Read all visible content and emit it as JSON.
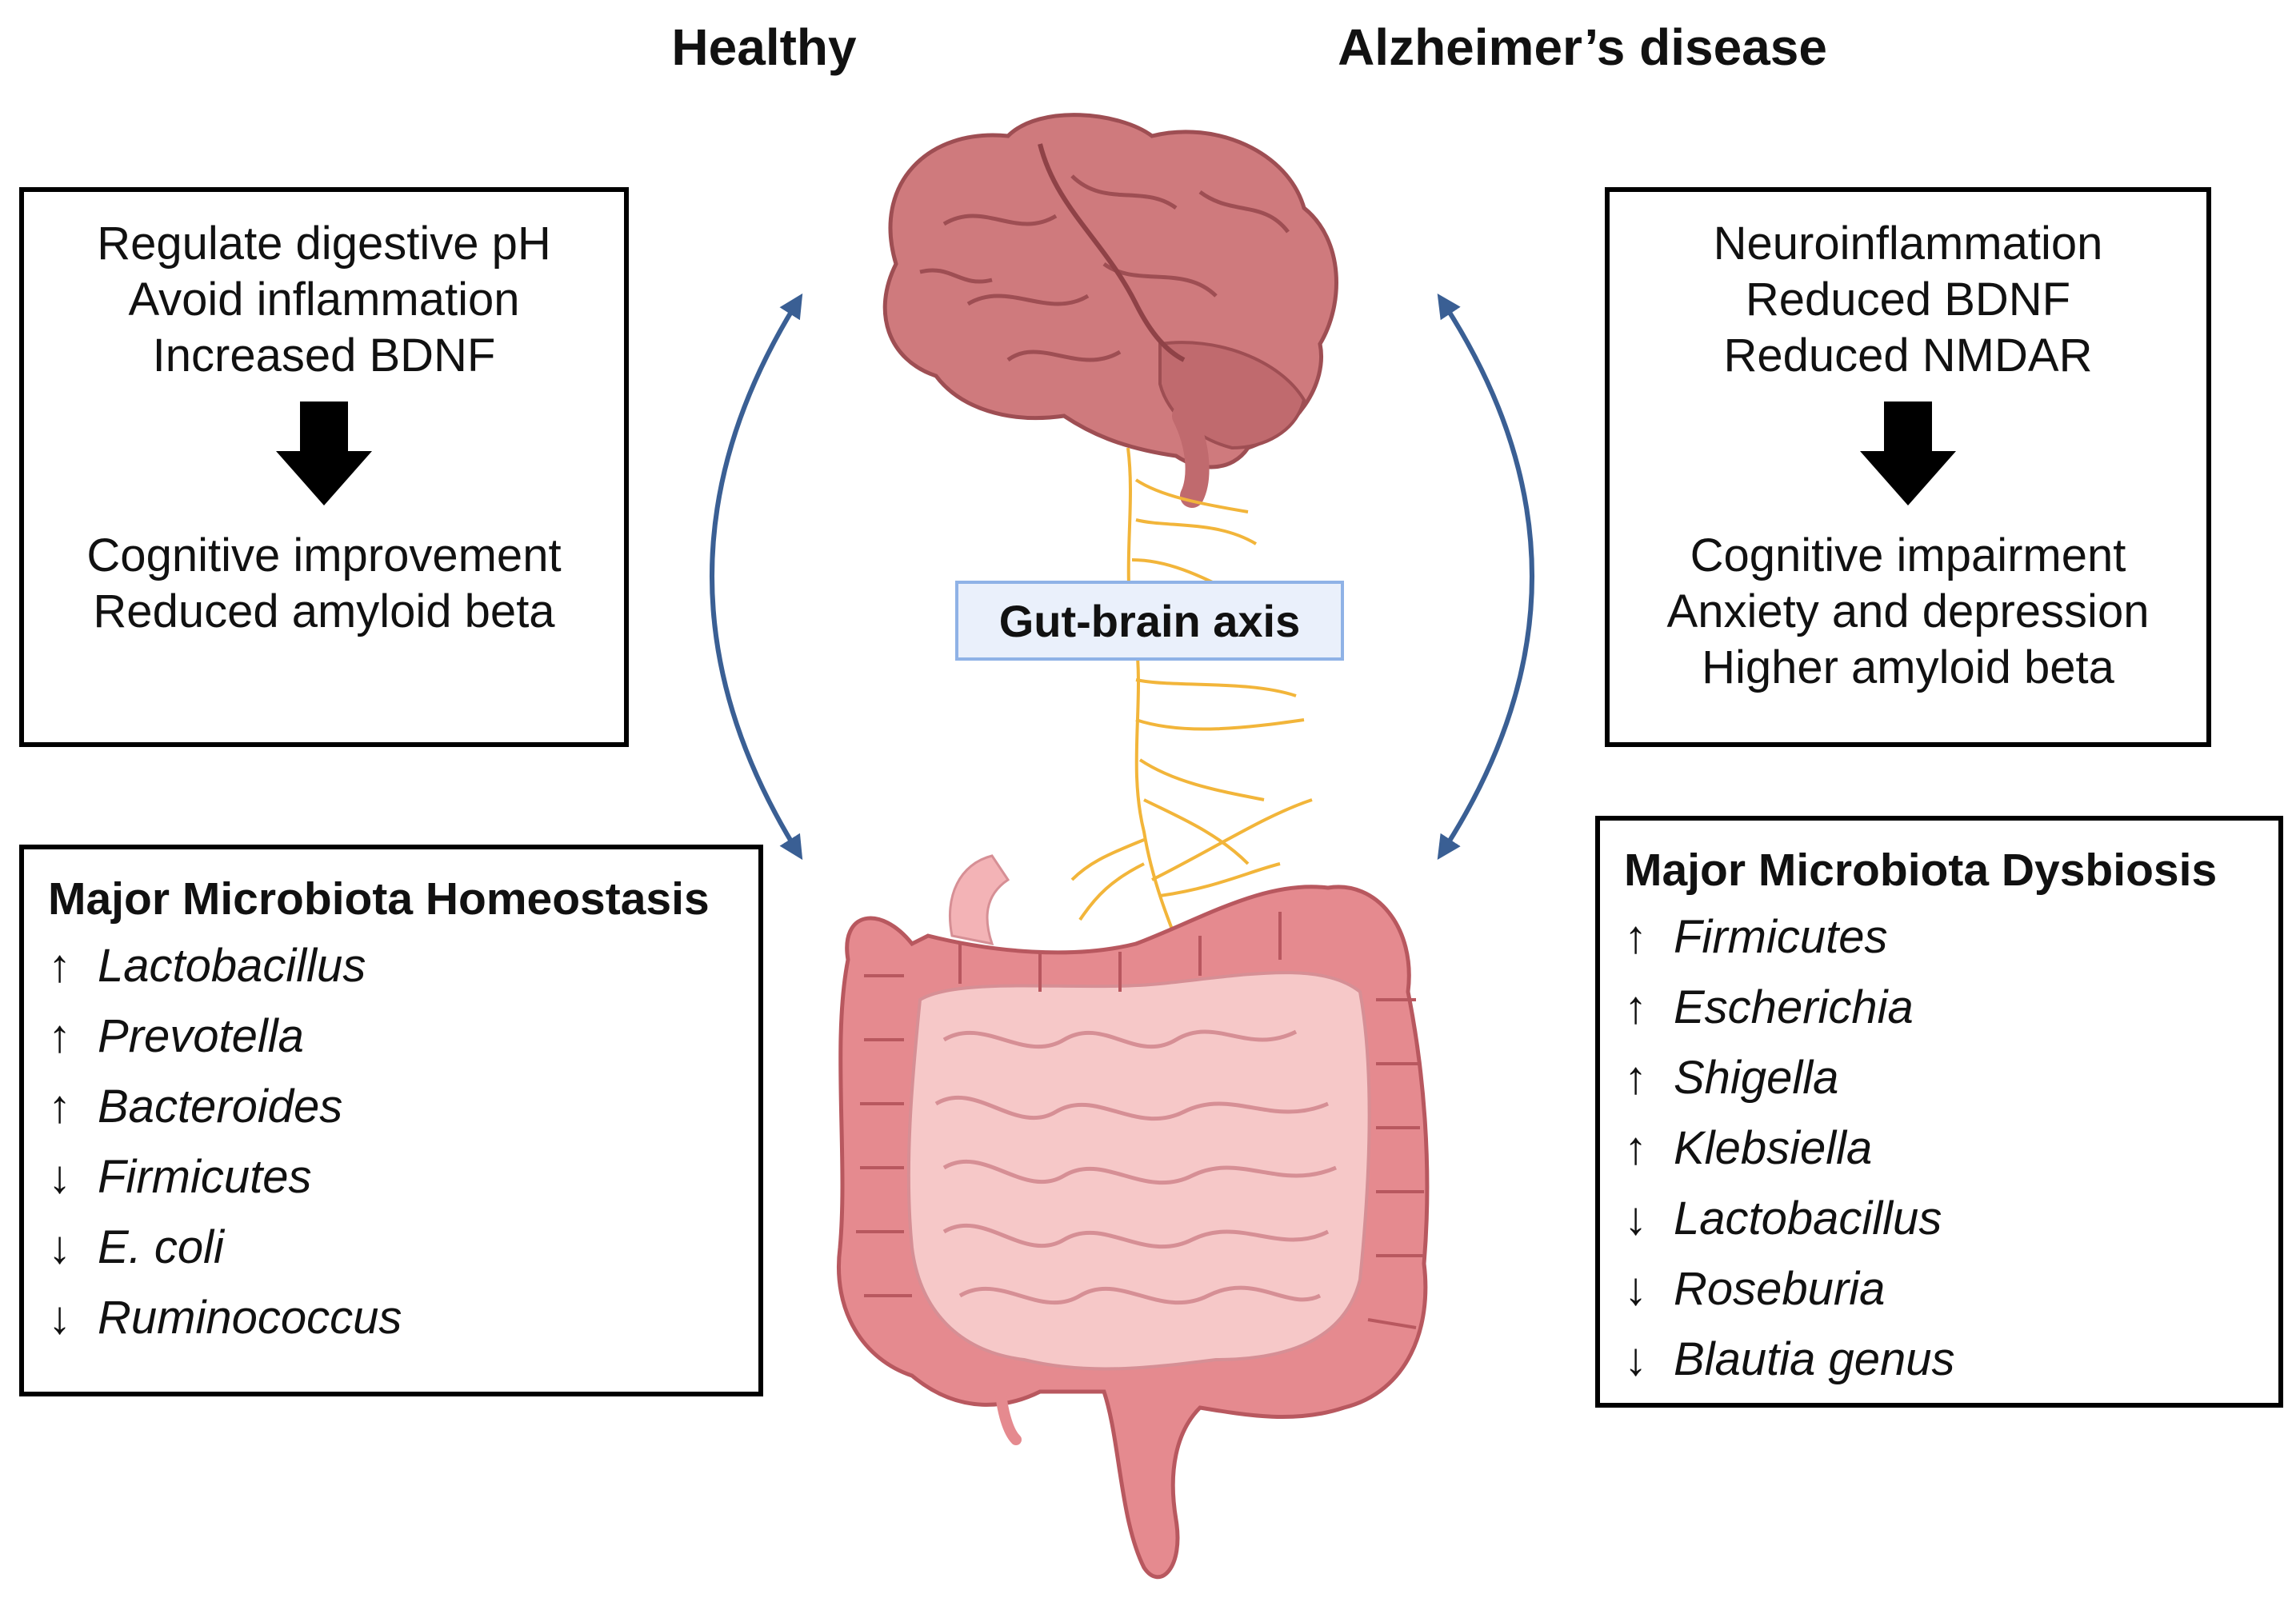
{
  "titles": {
    "healthy": "Healthy",
    "alzheimers": "Alzheimer’s disease"
  },
  "healthy_effects": {
    "causes": [
      "Regulate digestive pH",
      "Avoid inflammation",
      "Increased BDNF"
    ],
    "outcomes": [
      "Cognitive improvement",
      "Reduced amyloid beta"
    ]
  },
  "ad_effects": {
    "causes": [
      "Neuroinflammation",
      "Reduced BDNF",
      "Reduced NMDAR"
    ],
    "outcomes": [
      "Cognitive impairment",
      "Anxiety and depression",
      "Higher amyloid beta"
    ]
  },
  "center": {
    "axis_label": "Gut-brain axis"
  },
  "healthy_microbiota": {
    "title": "Major Microbiota Homeostasis",
    "items": [
      {
        "dir": "↑",
        "taxon": "Lactobacillus"
      },
      {
        "dir": "↑",
        "taxon": "Prevotella"
      },
      {
        "dir": "↑",
        "taxon": "Bacteroides"
      },
      {
        "dir": "↓",
        "taxon": "Firmicutes"
      },
      {
        "dir": "↓",
        "taxon": "E. coli"
      },
      {
        "dir": "↓",
        "taxon": "Ruminococcus"
      }
    ]
  },
  "ad_microbiota": {
    "title": "Major Microbiota Dysbiosis",
    "items": [
      {
        "dir": "↑",
        "taxon": "Firmicutes"
      },
      {
        "dir": "↑",
        "taxon": "Escherichia"
      },
      {
        "dir": "↑",
        "taxon": "Shigella"
      },
      {
        "dir": "↑",
        "taxon": "Klebsiella"
      },
      {
        "dir": "↓",
        "taxon": "Lactobacillus"
      },
      {
        "dir": "↓",
        "taxon": "Roseburia"
      },
      {
        "dir": "↓",
        "taxon": "Blautia genus"
      }
    ]
  },
  "colors": {
    "curve_arrow": "#3a5f94",
    "nerve": "#f2b53a",
    "brain": "#cf7a7d",
    "colon": "#e58a8f",
    "small_intestine": "#f6c8c8"
  },
  "icons": [
    "brain-illustration",
    "intestine-illustration",
    "vagus-nerve-illustration",
    "down-arrow-icon",
    "curved-double-arrow-icon"
  ]
}
